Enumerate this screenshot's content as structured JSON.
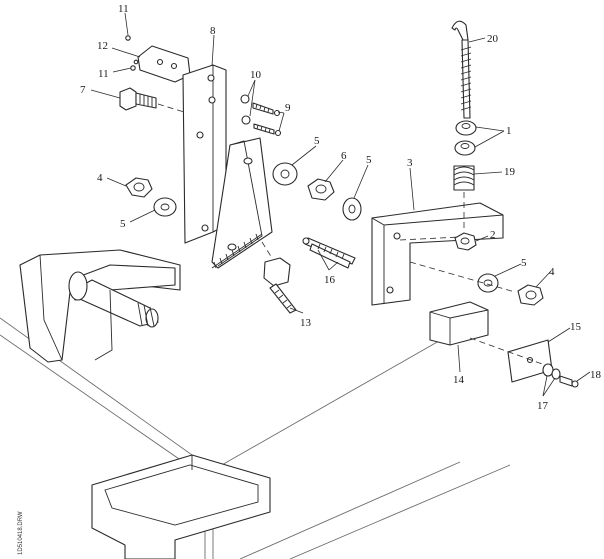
{
  "callouts": {
    "c1": "1",
    "c2": "2",
    "c3": "3",
    "c4a": "4",
    "c4b": "4",
    "c5a": "5",
    "c5b": "5",
    "c5c": "5",
    "c5d": "5",
    "c6": "6",
    "c7": "7",
    "c8": "8",
    "c9": "9",
    "c10": "10",
    "c11a": "11",
    "c11b": "11",
    "c12": "12",
    "c13": "13",
    "c14": "14",
    "c15": "15",
    "c16": "16",
    "c17": "17",
    "c18": "18",
    "c19": "19",
    "c20": "20"
  },
  "drawing_number": "1D510418.DRW"
}
